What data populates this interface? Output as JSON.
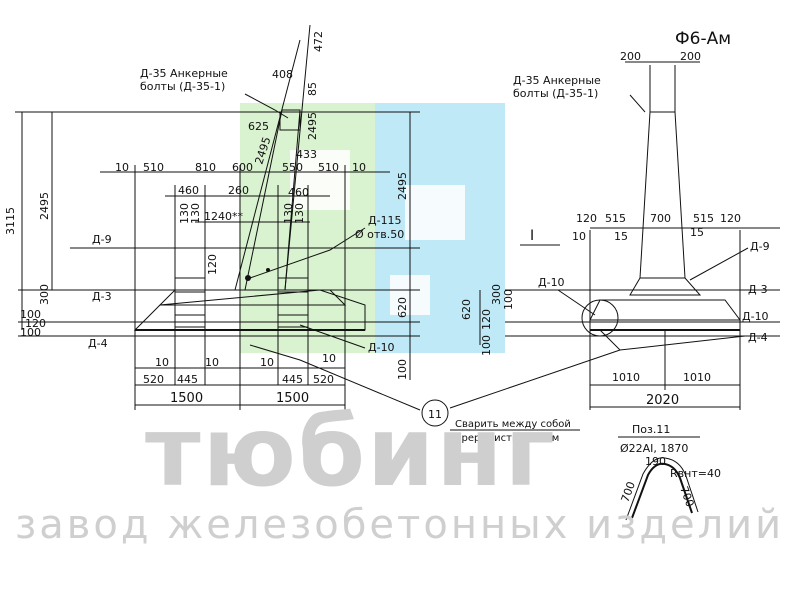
{
  "title": "Ф6-Ам",
  "watermark": {
    "brand": "тюбинг",
    "subtitle": "завод железобетонных изделий",
    "color_green": "#d9f2cf",
    "color_blue": "#bfe9f7"
  },
  "labels": {
    "anchor_left_1": "Д-35 Анкерные",
    "anchor_left_2": "болты (Д-35-1)",
    "anchor_right_1": "Д-35 Анкерные",
    "anchor_right_2": "болты (Д-35-1)",
    "d9_left": "Д-9",
    "d3_left": "Д-3",
    "d4_left": "Д-4",
    "d115": "Д-115",
    "d115_hole": "Ø отв.50",
    "d10_mid": "Д-10",
    "d10_right_a": "Д-10",
    "d9_right": "Д-9",
    "d3_right": "Д-3",
    "d10_right_b": "Д-10",
    "d4_right": "Д-4",
    "section_mark": "I",
    "weld_num": "11",
    "weld_1": "Сварить между собой",
    "weld_2": "прерывистым швом",
    "pos_title": "Поз.11",
    "pos_spec": "Ø22AI, 1870",
    "rvn": "Rвнт=40"
  },
  "dims": {
    "d472": "472",
    "d408": "408",
    "d85": "85",
    "d625": "625",
    "d2495a": "2495",
    "d2495b": "2495",
    "d433": "433",
    "d3115": "3115",
    "d2495l": "2495",
    "d300l": "300",
    "d100a": "100",
    "d120a": "120",
    "d100b": "100",
    "t10a": "10",
    "t510a": "510",
    "t810": "810",
    "t600": "600",
    "t550": "550",
    "t510b": "510",
    "t10b": "10",
    "t460a": "460",
    "t260": "260",
    "t460b": "460",
    "t1240": "1240**",
    "v130a": "130",
    "v130b": "130",
    "v130c": "130",
    "v130d": "130",
    "v120": "120",
    "r2495": "2495",
    "r620": "620",
    "r100": "100",
    "b10a": "10",
    "b10b": "10",
    "b10c": "10",
    "b10d": "10",
    "b520a": "520",
    "b445a": "445",
    "b445b": "445",
    "b520b": "520",
    "b1500a": "1500",
    "b1500b": "1500",
    "s200a": "200",
    "s200b": "200",
    "s120a": "120",
    "s515a": "515",
    "s700": "700",
    "s515b": "515",
    "s120b": "120",
    "s10": "10",
    "s15a": "15",
    "s15b": "15",
    "s620": "620",
    "s120": "120",
    "s300": "300",
    "s100a": "100",
    "s100b": "100",
    "s1010a": "1010",
    "s1010b": "1010",
    "s2020": "2020",
    "p190": "190",
    "p700a": "700",
    "p700b": "700"
  }
}
